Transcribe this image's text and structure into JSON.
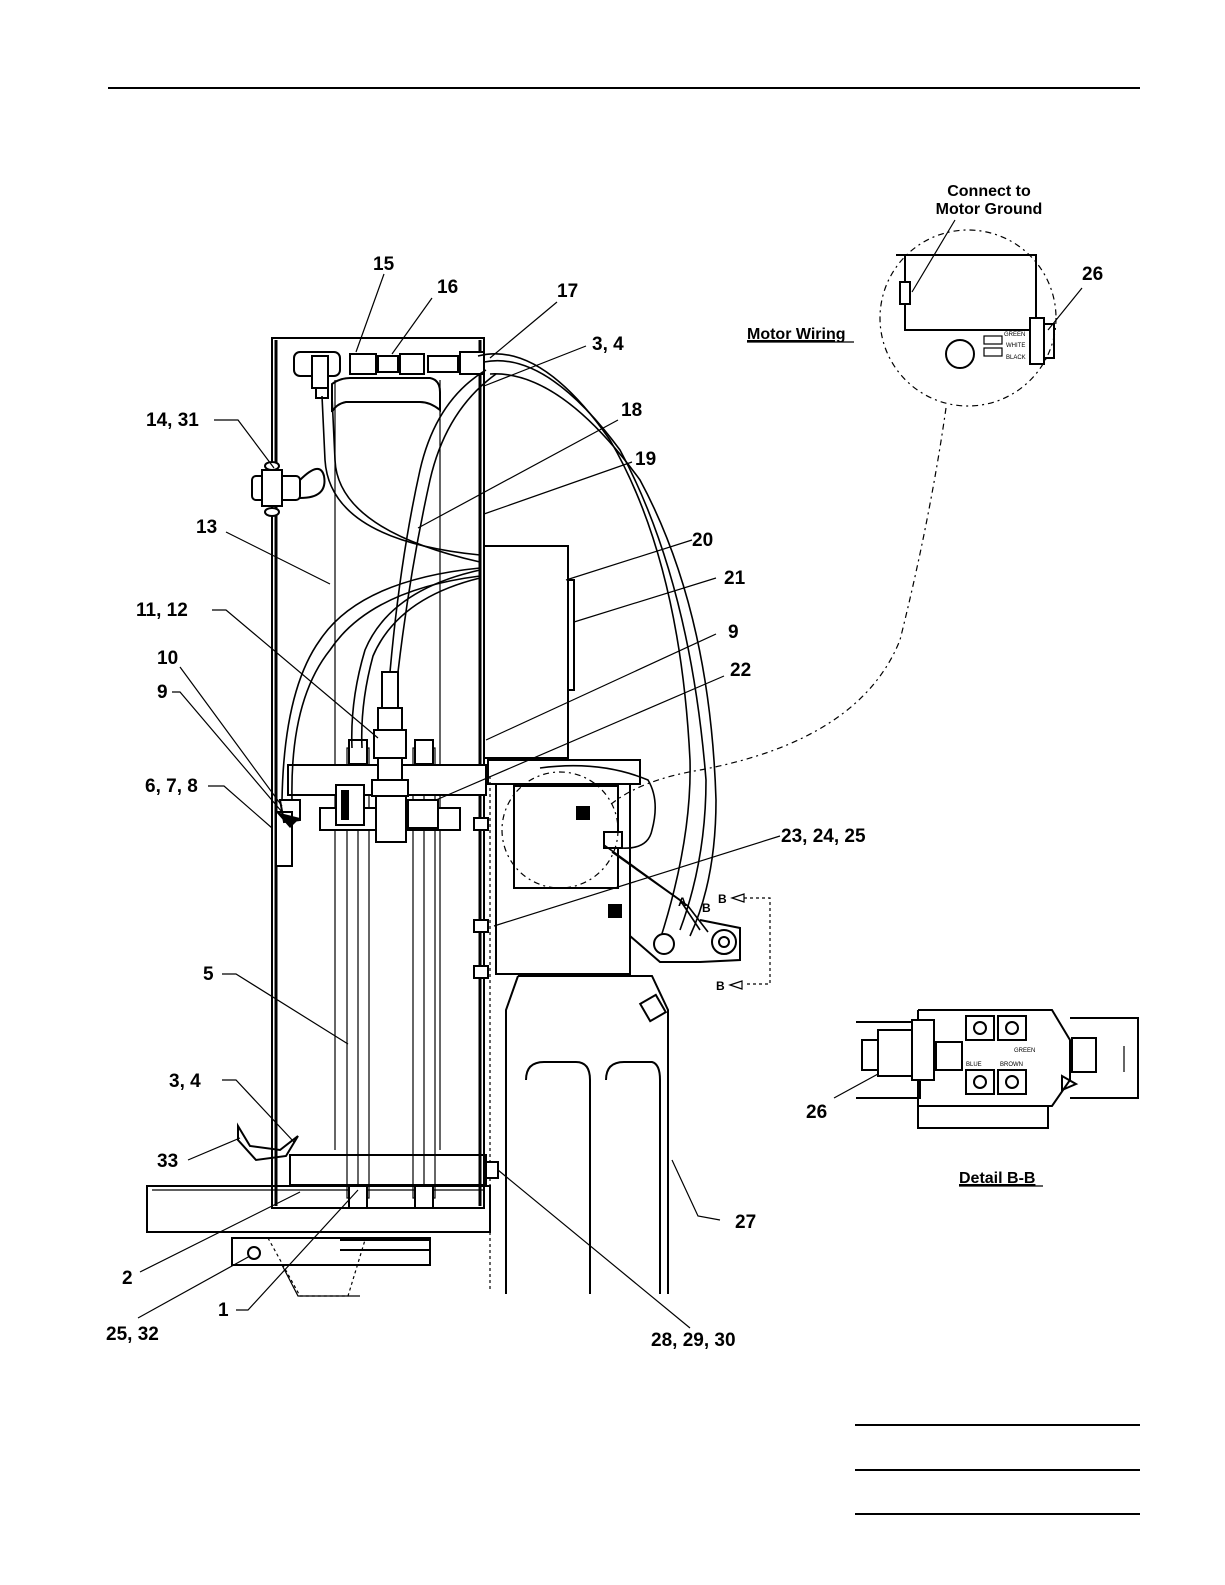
{
  "callouts": {
    "c15": "15",
    "c16": "16",
    "c17": "17",
    "c3_4_top": "3, 4",
    "c14_31": "14, 31",
    "c18": "18",
    "c19": "19",
    "c13": "13",
    "c20": "20",
    "c21": "21",
    "c11_12": "11, 12",
    "c9_right": "9",
    "c10": "10",
    "c9_left": "9",
    "c22": "22",
    "c6_7_8": "6, 7, 8",
    "c23_24_25": "23, 24, 25",
    "c5": "5",
    "c3_4_bottom": "3, 4",
    "c33": "33",
    "c26_top": "26",
    "c26_detail": "26",
    "c27": "27",
    "c2": "2",
    "c1": "1",
    "c25_32": "25, 32",
    "c28_29_30": "28, 29, 30"
  },
  "notes": {
    "connect_to": "Connect to",
    "motor_ground": "Motor Ground",
    "motor_wiring": "Motor Wiring",
    "detail_bb": "Detail B-B"
  },
  "section_markers": {
    "b_top": "B",
    "b_bottom": "B"
  },
  "hose_marks": {
    "a": "A",
    "b": "B"
  },
  "wire_labels": {
    "green": "GREEN",
    "white": "WHITE",
    "black": "BLACK",
    "blue": "BLUE",
    "brown": "BROWN"
  }
}
